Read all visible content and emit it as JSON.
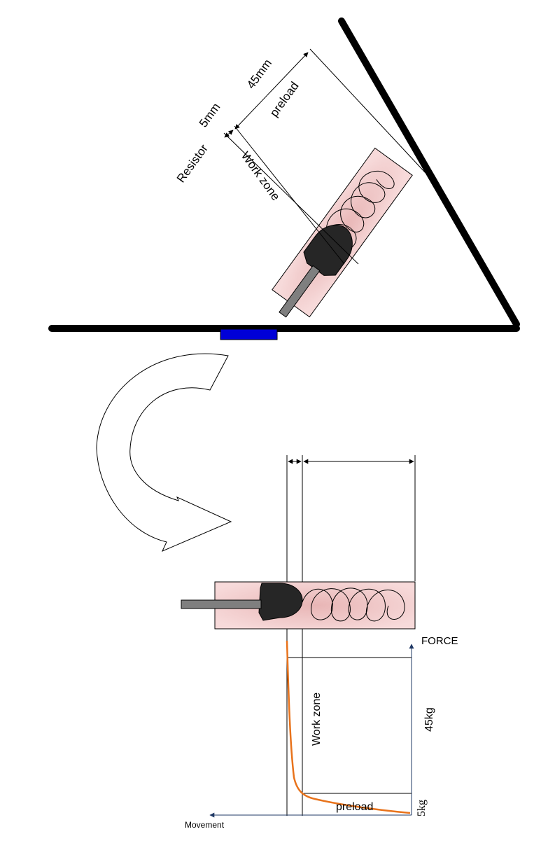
{
  "labels": {
    "dim_45mm": "45mm",
    "dim_5mm": "5mm",
    "preload_top": "preload",
    "resistor": "Resistor",
    "work_zone_top": "Work zone",
    "force": "FORCE",
    "kg45": "45kg",
    "kg5": "5kg",
    "work_zone_graph": "Work zone",
    "preload_graph": "preload",
    "movement": "Movement"
  },
  "colors": {
    "frame": "#000000",
    "spring_fill": "#efc3c3",
    "resistor": "#0000d8",
    "plunger_tip": "#262626",
    "rod": "#7f7f7f",
    "curve": "#e8731c",
    "axis": "#1f3864"
  }
}
